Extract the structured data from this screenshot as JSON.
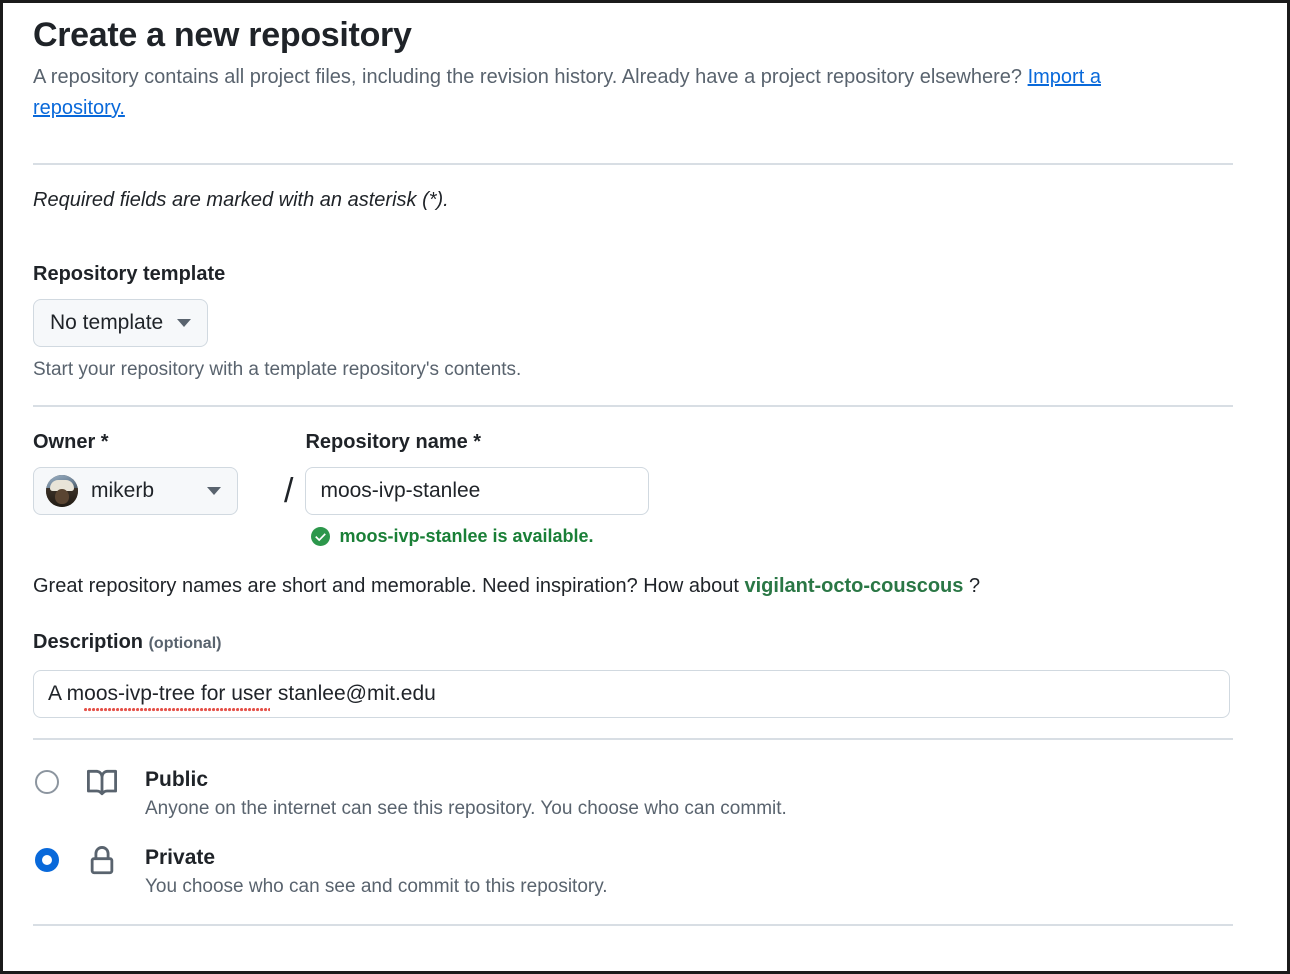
{
  "header": {
    "title": "Create a new repository",
    "subtitle_part1": "A repository contains all project files, including the revision history. Already have a project repository elsewhere? ",
    "import_link": "Import a repository.",
    "required_note": "Required fields are marked with an asterisk (*)."
  },
  "template_section": {
    "label": "Repository template",
    "selected": "No template",
    "helper": "Start your repository with a template repository's contents."
  },
  "owner_section": {
    "owner_label": "Owner *",
    "owner_value": "mikerb",
    "separator": "/",
    "repo_label": "Repository name *",
    "repo_value": "moos-ivp-stanlee",
    "repo_placeholder": "",
    "availability": "moos-ivp-stanlee is available.",
    "inspiration_prefix": "Great repository names are short and memorable. Need inspiration? How about ",
    "inspiration_name": "vigilant-octo-couscous",
    "inspiration_suffix": " ?"
  },
  "description_section": {
    "label": "Description",
    "optional": "(optional)",
    "value": "A moos-ivp-tree for user stanlee@mit.edu",
    "placeholder": ""
  },
  "visibility_section": {
    "options": [
      {
        "id": "public",
        "icon": "repo-book-icon",
        "title": "Public",
        "description": "Anyone on the internet can see this repository. You choose who can commit.",
        "selected": false
      },
      {
        "id": "private",
        "icon": "lock-icon",
        "title": "Private",
        "description": "You choose who can see and commit to this repository.",
        "selected": true
      }
    ]
  },
  "colors": {
    "link": "#0969da",
    "success": "#1a7f37",
    "suggestion": "#2a7745",
    "accent_radio": "#0969da",
    "muted_text": "#59636e",
    "border": "#d1d9e0"
  }
}
